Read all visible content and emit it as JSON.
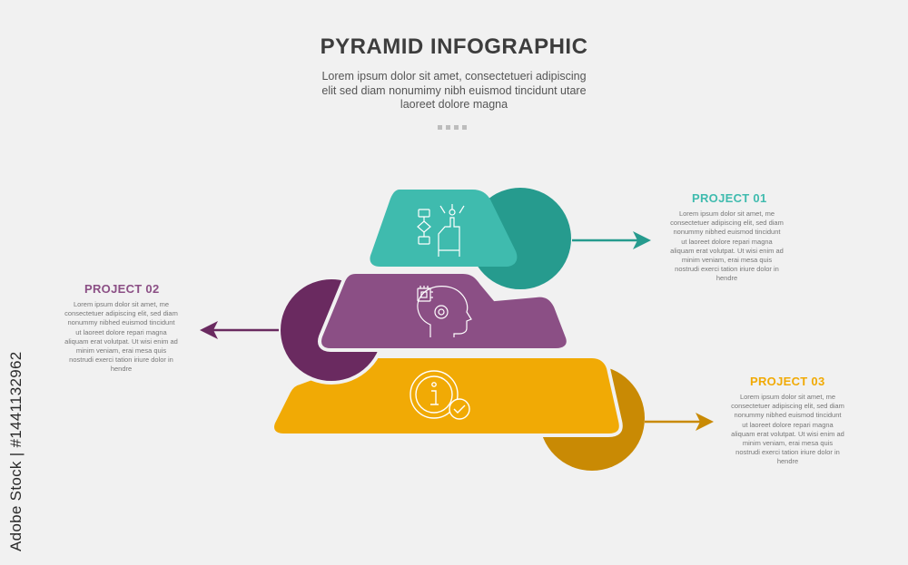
{
  "header": {
    "title": "PYRAMID INFOGRAPHIC",
    "subtitle": "Lorem ipsum dolor sit amet, consectetueri adipiscing elit sed diam nonumimy nibh euismod tincidunt utare laoreet dolore magna"
  },
  "colors": {
    "teal": "#3fbbae",
    "teal_dark": "#269b8e",
    "purple": "#8b4f85",
    "purple_dark": "#6a2a60",
    "gold": "#f1aa05",
    "gold_dark": "#c98a04"
  },
  "levels": [
    {
      "title": "PROJECT 01",
      "description": "Lorem ipsum dolor sit amet, me consectetuer adipiscing elit, sed diam nonummy nibhed euismod tincidunt ut laoreet dolore repari magna aliquam erat volutpat. Ut wisi enim ad minim veniam, erai mesa quis nostrudi exerci tation iriure dolor in hendre",
      "icon": "robot-hand-flowchart-icon"
    },
    {
      "title": "PROJECT 02",
      "description": "Lorem ipsum dolor sit amet, me consectetuer adipiscing elit, sed diam nonummy nibhed euismod tincidunt ut laoreet dolore repari magna aliquam erat volutpat. Ut wisi enim ad minim veniam, erai mesa quis nostrudi exerci tation iriure dolor in hendre",
      "icon": "ai-head-chip-icon"
    },
    {
      "title": "PROJECT 03",
      "description": "Lorem ipsum dolor sit amet, me consectetuer adipiscing elit, sed diam nonummy nibhed euismod tincidunt ut laoreet dolore repari magna aliquam erat volutpat. Ut wisi enim ad minim veniam, erai mesa quis nostrudi exerci tation iriure dolor in hendre",
      "icon": "info-check-icon"
    }
  ],
  "side_label": "Adobe Stock | #1441132962"
}
